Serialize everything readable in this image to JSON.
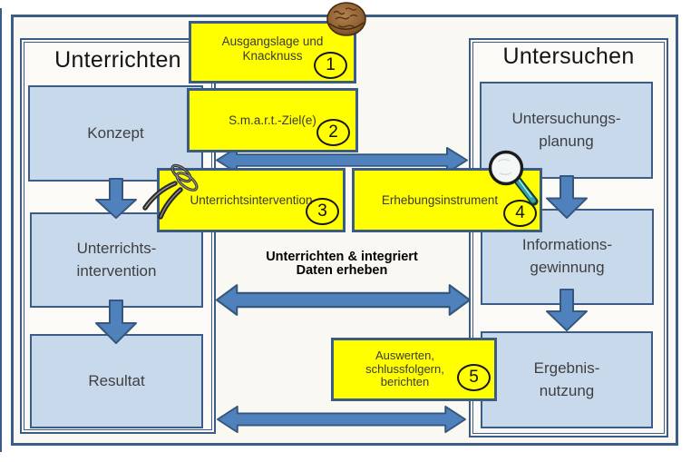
{
  "diagram": {
    "left_panel": {
      "title": "Unterrichten",
      "boxes": [
        "Konzept",
        "Unterrichts-\nintervention",
        "Resultat"
      ]
    },
    "right_panel": {
      "title": "Untersuchen",
      "boxes": [
        "Untersuchungs-\nplanung",
        "Informations-\ngewinnung",
        "Ergebnis-\nnutzung"
      ]
    },
    "steps": [
      {
        "number": "1",
        "label": "Ausgangslage und\nKnacknuss"
      },
      {
        "number": "2",
        "label": "S.m.a.r.t.-Ziel(e)"
      },
      {
        "number": "3",
        "label": "Unterrichtsintervention"
      },
      {
        "number": "4",
        "label": "Erhebungsinstrument"
      },
      {
        "number": "5",
        "label": "Auswerten,\nschlussfolgern,\nberichten"
      }
    ],
    "center_label": "Unterrichten & integriert\nDaten erheben",
    "icons": {
      "step1": "walnut-icon",
      "step3": "nutcracker-icon",
      "step4": "magnifying-glass-icon"
    },
    "colors": {
      "outline_blue": "#3b5c86",
      "arrow_blue": "#4f81bd",
      "box_light_blue": "#c9d9ec",
      "highlight_yellow": "#ffff00"
    }
  }
}
